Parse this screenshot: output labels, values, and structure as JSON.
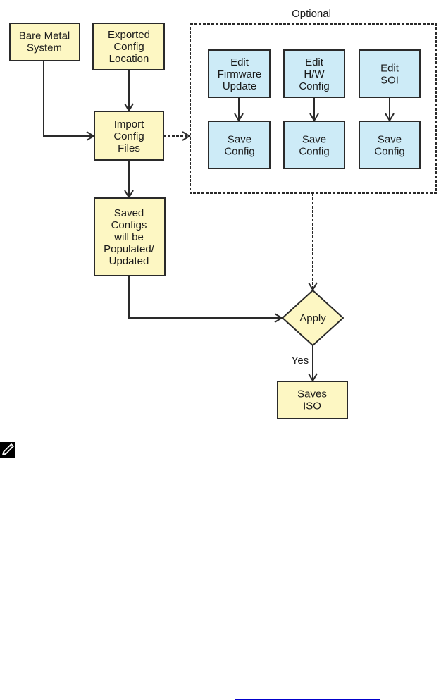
{
  "colors": {
    "process_fill": "#fdf7c3",
    "optional_fill": "#cdebf7",
    "stroke": "#2a2a2a",
    "link": "#0000cc"
  },
  "diagram": {
    "optional_group_label": "Optional",
    "nodes": {
      "bare_metal": [
        "Bare Metal",
        "System"
      ],
      "exported_config": [
        "Exported",
        "Config",
        "Location"
      ],
      "import_config": [
        "Import",
        "Config",
        "Files"
      ],
      "saved_configs": [
        "Saved",
        "Configs",
        "will be",
        "Populated/",
        "Updated"
      ],
      "edit_firmware": [
        "Edit",
        "Firmware",
        "Update"
      ],
      "edit_hw": [
        "Edit",
        "H/W",
        "Config"
      ],
      "edit_soi": [
        "Edit",
        "SOI"
      ],
      "save_config_1": [
        "Save",
        "Config"
      ],
      "save_config_2": [
        "Save",
        "Config"
      ],
      "save_config_3": [
        "Save",
        "Config"
      ],
      "apply": [
        "Apply"
      ],
      "saves_iso": [
        "Saves",
        "ISO"
      ]
    },
    "edge_labels": {
      "apply_yes": "Yes"
    }
  },
  "note": {
    "icon": "pencil-note-icon"
  },
  "link": {
    "text": ""
  }
}
